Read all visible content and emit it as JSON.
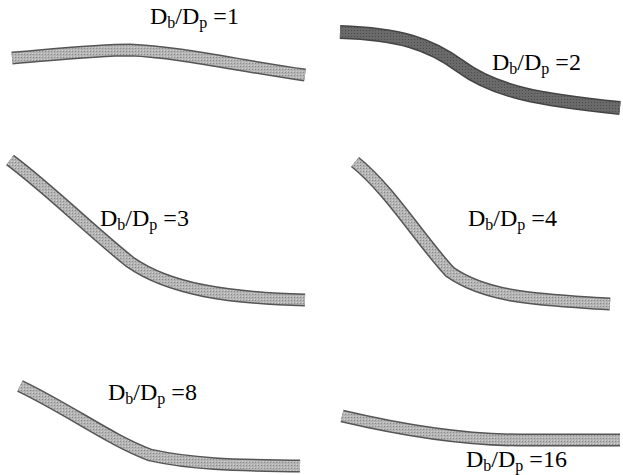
{
  "diagram": {
    "labels": [
      "Db/Dp =1",
      "Db/Dp =2",
      "Db/Dp =3",
      "Db/Dp =4",
      "Db/Dp =8",
      "Db/Dp =16"
    ]
  }
}
